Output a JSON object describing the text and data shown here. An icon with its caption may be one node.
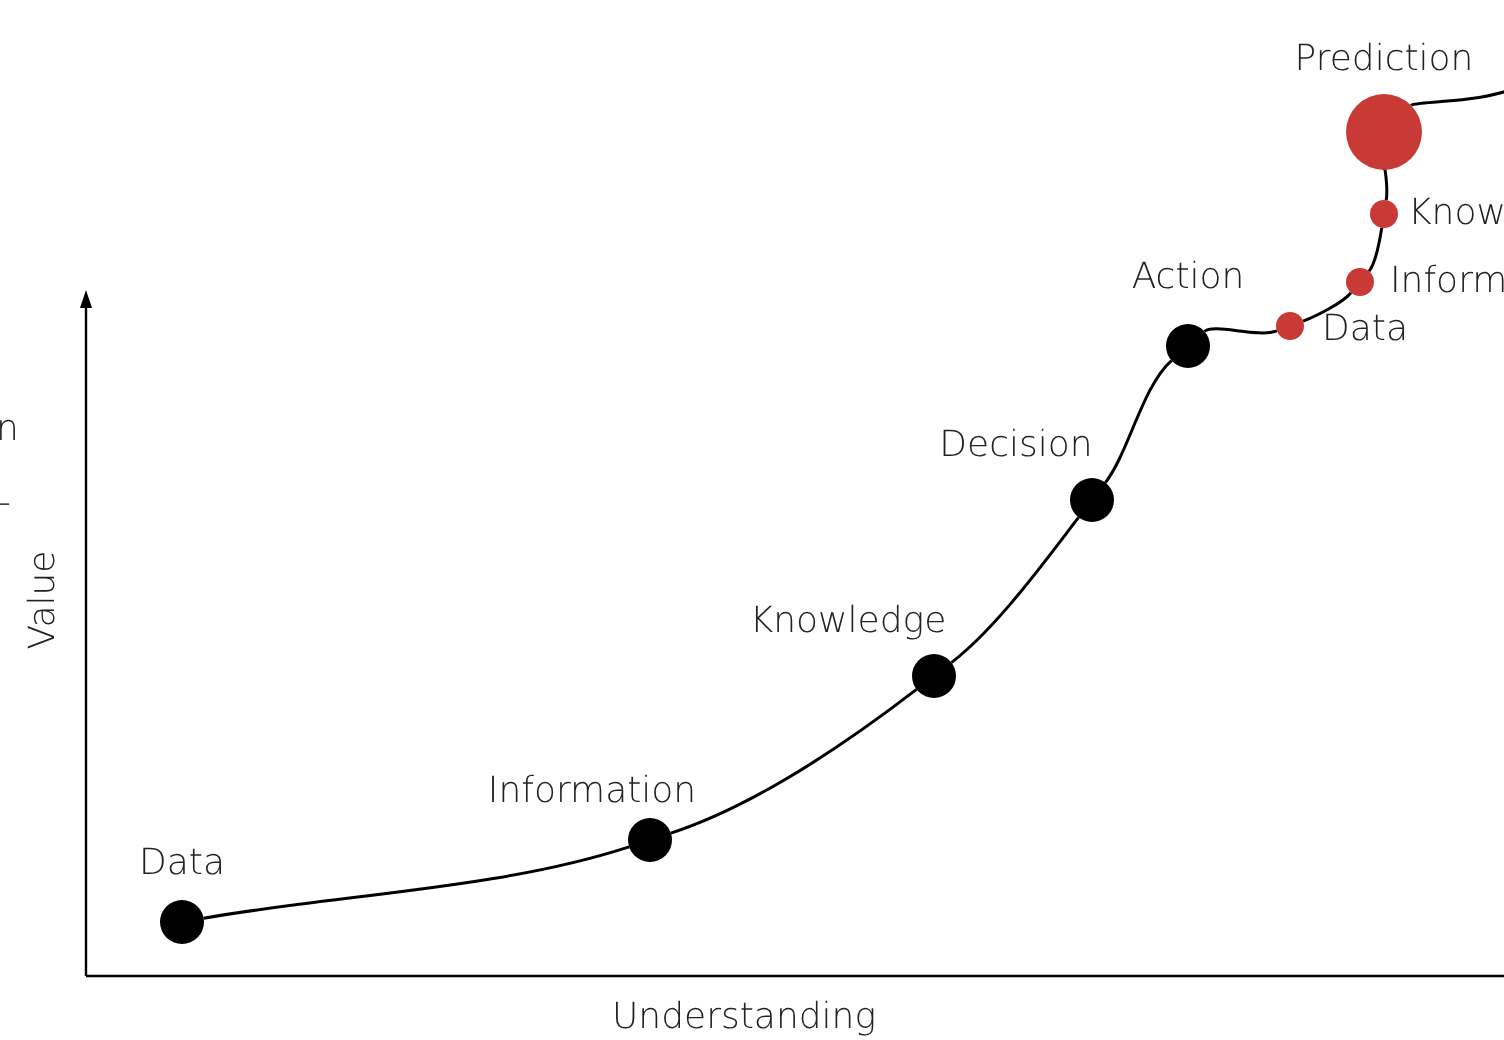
{
  "diagram": {
    "nodes": [
      {
        "text": [],
        "shape": "circle",
        "beside": [
          "Data"
        ]
      },
      {
        "text": [],
        "shape": "circle",
        "beside": [
          "Information"
        ]
      },
      {
        "text": [],
        "shape": "circle",
        "beside": [
          "Knowledge"
        ]
      },
      {
        "text": [],
        "shape": "circle",
        "beside": [
          "Decision"
        ]
      },
      {
        "text": [],
        "shape": "circle",
        "beside": [
          "Action"
        ]
      },
      {
        "text": [],
        "shape": "circle",
        "beside": [
          "Data"
        ]
      },
      {
        "text": [],
        "shape": "circle",
        "beside": [
          "Inform"
        ]
      },
      {
        "text": [],
        "shape": "circle",
        "beside": [
          "Know"
        ]
      },
      {
        "text": [],
        "shape": "circle",
        "beside": [
          "Prediction"
        ]
      }
    ],
    "edges": [
      {
        "from": 0,
        "to": 1,
        "arrow": "none"
      },
      {
        "from": 1,
        "to": 2,
        "arrow": "none"
      },
      {
        "from": 2,
        "to": 3,
        "arrow": "none"
      },
      {
        "from": 3,
        "to": 4,
        "arrow": "none"
      },
      {
        "from": 4,
        "to": 5,
        "arrow": "none"
      },
      {
        "from": 5,
        "to": 6,
        "arrow": "none"
      },
      {
        "from": 6,
        "to": 7,
        "arrow": "none"
      },
      {
        "from": 7,
        "to": 8,
        "arrow": "none"
      },
      {
        "from": 8,
        "to": null,
        "arrow": "none"
      }
    ],
    "labels": [
      "n",
      "-",
      "Value",
      "Understanding"
    ]
  }
}
